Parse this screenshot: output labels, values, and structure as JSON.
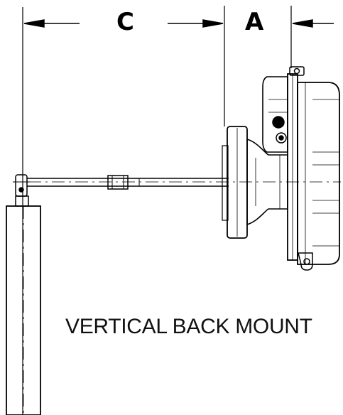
{
  "dimensions": {
    "c_label": "C",
    "a_label": "A"
  },
  "caption": "VERTICAL BACK MOUNT",
  "colors": {
    "line": "#000000",
    "background": "#ffffff"
  }
}
